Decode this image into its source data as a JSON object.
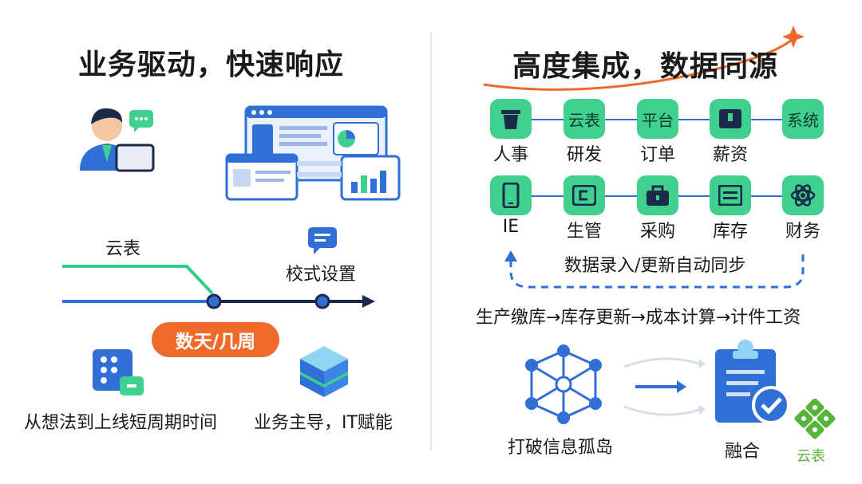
{
  "left": {
    "title": "业务驱动，快速响应",
    "timeline": {
      "start_label": "云表",
      "milestone_label": "校式设置",
      "duration_badge": "数天/几周"
    },
    "features": [
      {
        "label": "从想法到上线短周期时间",
        "icon": "app-blocks-icon"
      },
      {
        "label": "业务主导，IT赋能",
        "icon": "layers-icon"
      }
    ]
  },
  "right": {
    "title": "高度集成，数据同源",
    "row1": [
      {
        "caption": "人事",
        "icon": "trash-bin-icon",
        "text": ""
      },
      {
        "caption": "研发",
        "icon": "",
        "text": "云表"
      },
      {
        "caption": "订单",
        "icon": "",
        "text": "平台"
      },
      {
        "caption": "薪资",
        "icon": "folder-icon",
        "text": ""
      },
      {
        "caption": "",
        "icon": "",
        "text": "系统"
      }
    ],
    "row2": [
      {
        "caption": "IE",
        "icon": "phone-icon"
      },
      {
        "caption": "生管",
        "icon": "ticket-icon"
      },
      {
        "caption": "采购",
        "icon": "bag-icon"
      },
      {
        "caption": "库存",
        "icon": "warehouse-icon"
      },
      {
        "caption": "财务",
        "icon": "atom-icon"
      }
    ],
    "sync_label": "数据录入/更新自动同步",
    "flow_label": "生产缴库→库存更新→成本计算→计件工资",
    "break_label": "打破信息孤岛",
    "merge_label": "融合"
  },
  "brand": {
    "logo_text": "云表"
  },
  "colors": {
    "accent_orange": "#ee6a2b",
    "node_green": "#3fcf8e",
    "line_blue": "#2f6fd6",
    "timeline_green": "#2ecf8a",
    "dark_navy": "#1b2a4a"
  }
}
